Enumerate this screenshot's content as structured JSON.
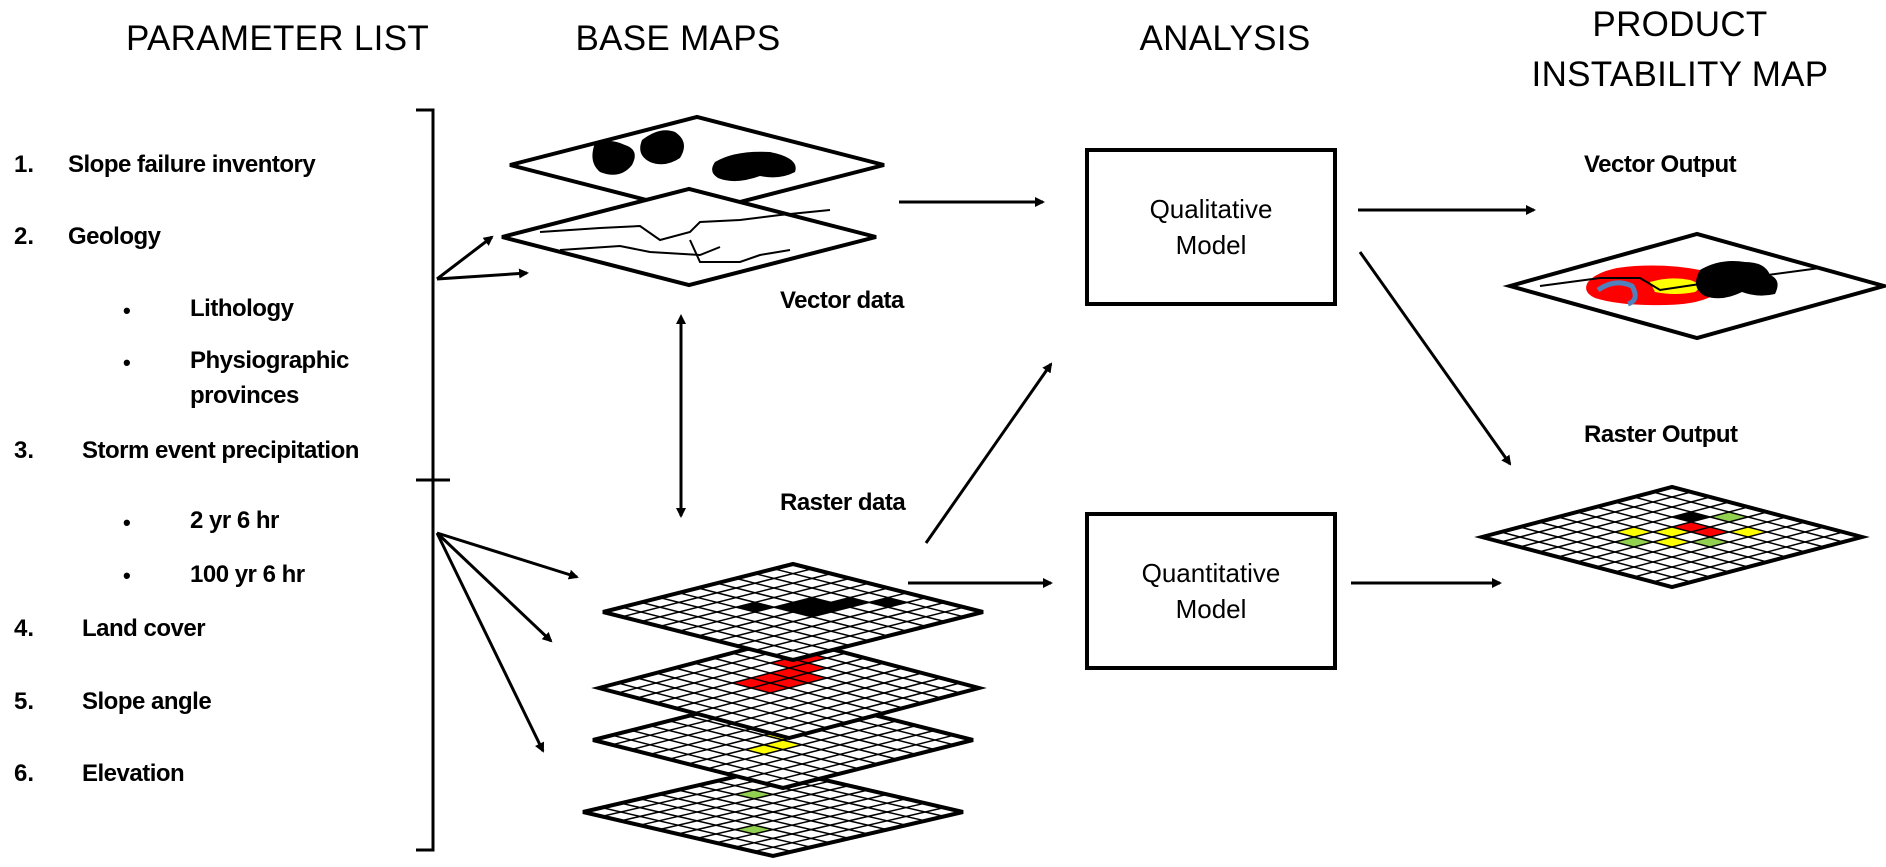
{
  "headers": {
    "parameter_list": "PARAMETER LIST",
    "base_maps": "BASE MAPS",
    "analysis": "ANALYSIS",
    "product_line1": "PRODUCT",
    "product_line2": "INSTABILITY MAP"
  },
  "parameters": [
    {
      "number": "1.",
      "label": "Slope failure inventory"
    },
    {
      "number": "2.",
      "label": "Geology"
    },
    {
      "number": "3.",
      "label": "Storm event precipitation"
    },
    {
      "number": "4.",
      "label": "Land cover"
    },
    {
      "number": "5.",
      "label": "Slope angle"
    },
    {
      "number": "6.",
      "label": "Elevation"
    }
  ],
  "geology_subitems": [
    "Lithology",
    "Physiographic",
    "provinces"
  ],
  "precip_subitems": [
    "2 yr 6 hr",
    "100 yr 6 hr"
  ],
  "bullet_glyph": "•",
  "data_labels": {
    "vector": "Vector data",
    "raster": "Raster data"
  },
  "models": {
    "qualitative_line1": "Qualitative",
    "qualitative_line2": "Model",
    "quantitative_line1": "Quantitative",
    "quantitative_line2": "Model"
  },
  "outputs": {
    "vector": "Vector Output",
    "raster": "Raster Output"
  },
  "colors": {
    "red": "#ff0000",
    "yellow": "#ffff00",
    "green": "#92d050",
    "blue_line": "#4f81bd",
    "black": "#000000"
  }
}
